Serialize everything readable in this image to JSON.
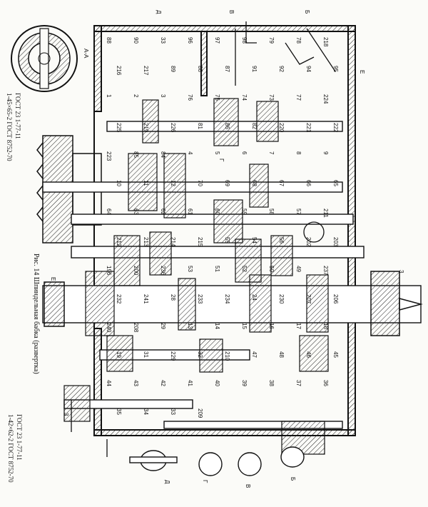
{
  "figure": {
    "caption": "Рис. 14 Шпиндельная бабка (развертка)",
    "section_label": "А-А",
    "standard_top_1": "1-45×65-2 ГОСТ 8752-70",
    "standard_top_2": "ГОСТ 23  1-77-11",
    "standard_bottom_1": "1-42×62-2 ГОСТ 8752-70",
    "standard_bottom_2": "ГОСТ 23  1-77-11"
  },
  "section_marks": [
    "Д",
    "В",
    "Б",
    "Е",
    "Г",
    "Е",
    "3",
    "3",
    "Д",
    "Г",
    "В",
    "Б"
  ],
  "part_numbers": [
    "88",
    "90",
    "33",
    "96",
    "97",
    "98",
    "79",
    "78",
    "218",
    "216",
    "217",
    "89",
    "88",
    "87",
    "91",
    "92",
    "94",
    "95",
    "1",
    "2",
    "3",
    "76",
    "75",
    "74",
    "73",
    "77",
    "224",
    "225",
    "219",
    "226",
    "81",
    "86",
    "82",
    "220",
    "221",
    "222",
    "223",
    "85",
    "84",
    "4",
    "5",
    "6",
    "7",
    "8",
    "9",
    "10",
    "11",
    "12",
    "70",
    "69",
    "68",
    "67",
    "66",
    "65",
    "64",
    "63",
    "62",
    "61",
    "60",
    "59",
    "58",
    "57",
    "211",
    "212",
    "213",
    "214",
    "215",
    "55",
    "54",
    "56",
    "202",
    "203",
    "196",
    "200",
    "236",
    "53",
    "51",
    "52",
    "50",
    "49",
    "237",
    "232",
    "241",
    "28",
    "233",
    "234",
    "24",
    "230",
    "207",
    "206",
    "240",
    "208",
    "29",
    "13",
    "14",
    "15",
    "16",
    "17",
    "18",
    "19",
    "31",
    "229",
    "32",
    "210",
    "47",
    "48",
    "46",
    "45",
    "44",
    "43",
    "42",
    "41",
    "40",
    "39",
    "38",
    "37",
    "36",
    "35",
    "34",
    "33",
    "209"
  ]
}
